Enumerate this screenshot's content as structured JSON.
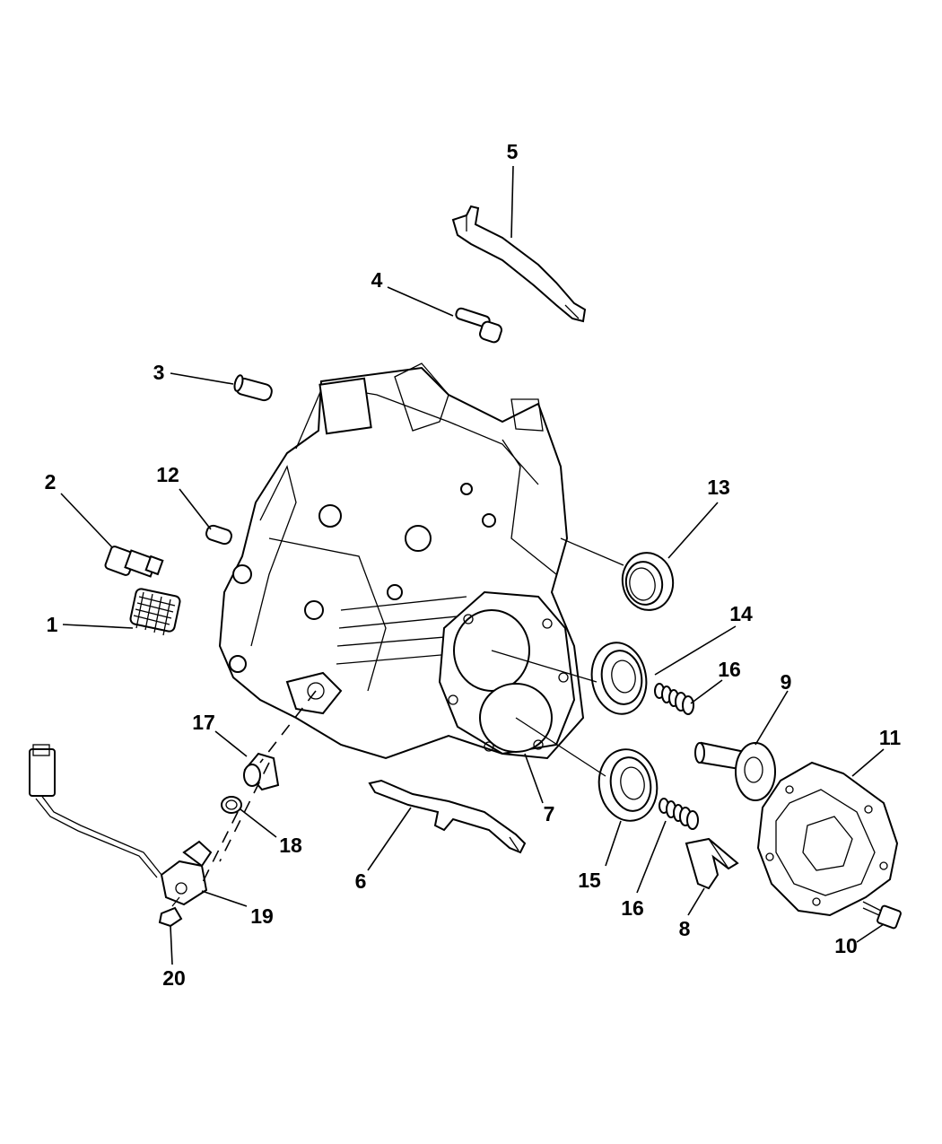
{
  "diagram": {
    "title": "Manual transaxle case exploded parts view",
    "callouts": [
      {
        "id": "1",
        "label": "1"
      },
      {
        "id": "2",
        "label": "2"
      },
      {
        "id": "3",
        "label": "3"
      },
      {
        "id": "4",
        "label": "4"
      },
      {
        "id": "5",
        "label": "5"
      },
      {
        "id": "6",
        "label": "6"
      },
      {
        "id": "7",
        "label": "7"
      },
      {
        "id": "8",
        "label": "8"
      },
      {
        "id": "9",
        "label": "9"
      },
      {
        "id": "10",
        "label": "10"
      },
      {
        "id": "11",
        "label": "11"
      },
      {
        "id": "12",
        "label": "12"
      },
      {
        "id": "13",
        "label": "13"
      },
      {
        "id": "14",
        "label": "14"
      },
      {
        "id": "15",
        "label": "15"
      },
      {
        "id": "16a",
        "label": "16"
      },
      {
        "id": "16b",
        "label": "16"
      },
      {
        "id": "17",
        "label": "17"
      },
      {
        "id": "18",
        "label": "18"
      },
      {
        "id": "19",
        "label": "19"
      },
      {
        "id": "20",
        "label": "20"
      }
    ]
  }
}
